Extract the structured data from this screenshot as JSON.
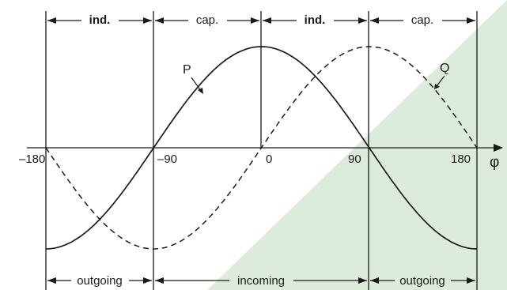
{
  "colors": {
    "line": "#1a1a1a",
    "shade": "#dcebdc",
    "background": "#ffffff"
  },
  "axis": {
    "ticks": [
      "–180",
      "–90",
      "0",
      "90",
      "180"
    ],
    "symbol": "φ"
  },
  "curves": {
    "p_label": "P",
    "q_label": "Q"
  },
  "top_regions": [
    "ind.",
    "cap.",
    "ind.",
    "cap."
  ],
  "bottom_regions": [
    "outgoing",
    "incoming",
    "outgoing"
  ]
}
